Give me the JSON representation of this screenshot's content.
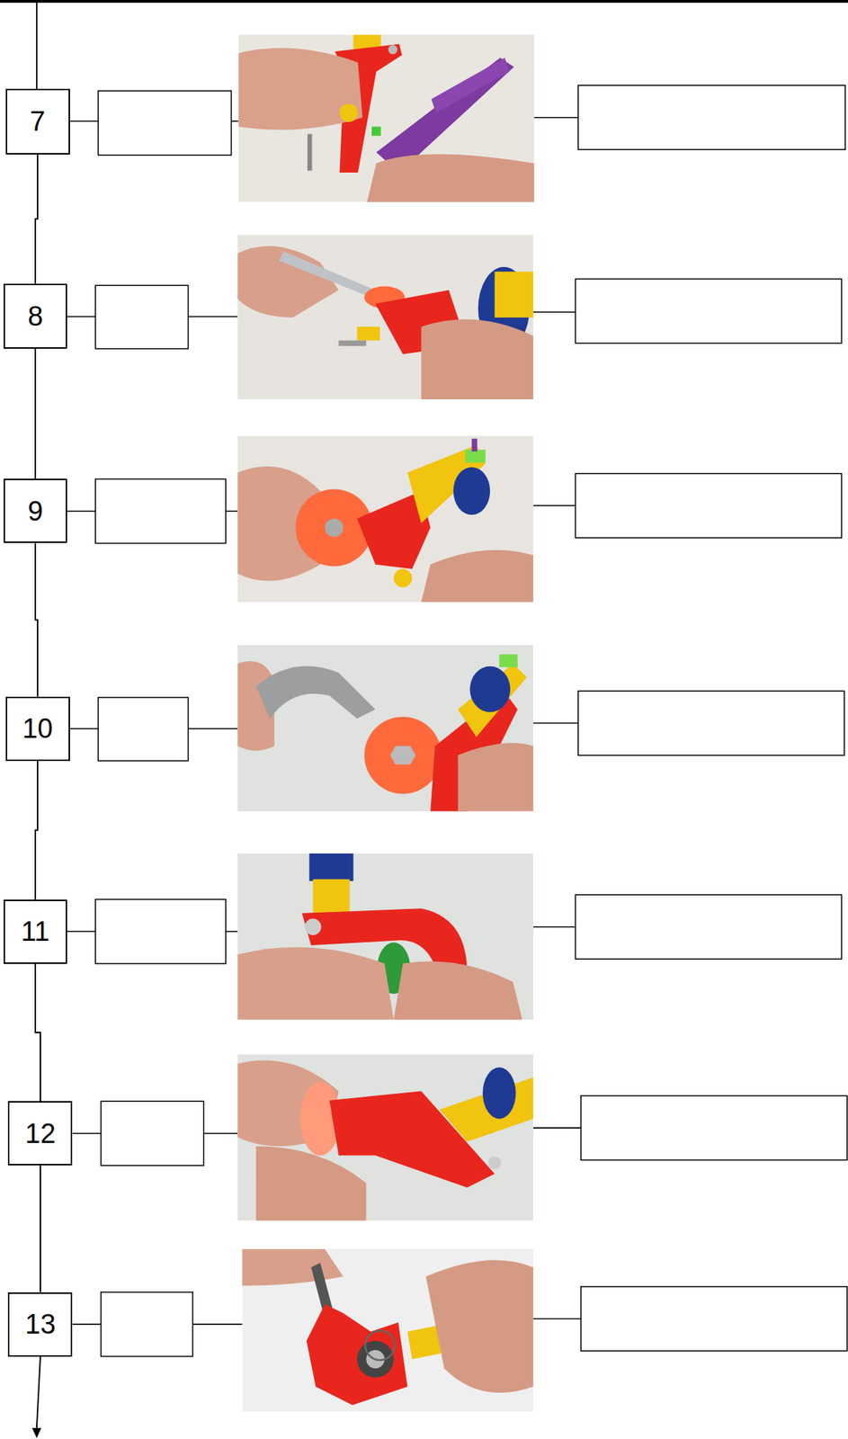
{
  "diagram": {
    "nodes": [
      {
        "text": [
          "7"
        ]
      },
      {
        "text": [
          "8"
        ]
      },
      {
        "text": [
          "9"
        ]
      },
      {
        "text": [
          "10"
        ]
      },
      {
        "text": [
          "11"
        ]
      },
      {
        "text": [
          "12"
        ]
      },
      {
        "text": [
          "13"
        ]
      }
    ],
    "edges": [
      {
        "from": 0,
        "to": 1,
        "arrow": "none"
      },
      {
        "from": 1,
        "to": 2,
        "arrow": "none"
      },
      {
        "from": 2,
        "to": 3,
        "arrow": "none"
      },
      {
        "from": 3,
        "to": 4,
        "arrow": "none"
      },
      {
        "from": 4,
        "to": 5,
        "arrow": "none"
      },
      {
        "from": 5,
        "to": 6,
        "arrow": "none"
      }
    ]
  }
}
